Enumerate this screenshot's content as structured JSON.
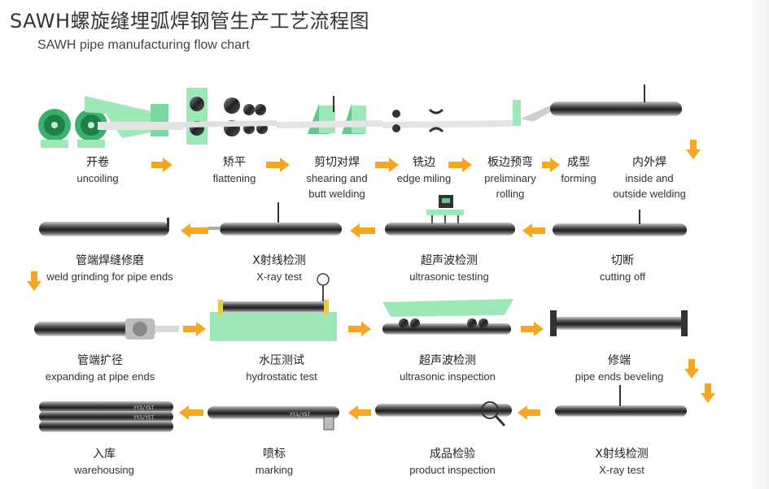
{
  "title": {
    "zh": "SAWH螺旋缝埋弧焊钢管生产工艺流程图",
    "en": "SAWH pipe manufacturing flow chart"
  },
  "steps": [
    {
      "zh": "开卷",
      "en": "uncoiling",
      "en2": ""
    },
    {
      "zh": "矫平",
      "en": "flattening",
      "en2": ""
    },
    {
      "zh": "剪切对焊",
      "en": "shearing and",
      "en2": "butt welding"
    },
    {
      "zh": "铣边",
      "en": "edge miling",
      "en2": ""
    },
    {
      "zh": "板边预弯",
      "en": "preliminary",
      "en2": "rolling"
    },
    {
      "zh": "成型",
      "en": "forming",
      "en2": ""
    },
    {
      "zh": "内外焊",
      "en": "inside and",
      "en2": "outside welding"
    },
    {
      "zh": "管端焊缝修磨",
      "en": "weld grinding for pipe ends",
      "en2": ""
    },
    {
      "zh": "X射线检测",
      "en": "X-ray test",
      "en2": ""
    },
    {
      "zh": "超声波检测",
      "en": "ultrasonic testing",
      "en2": ""
    },
    {
      "zh": "切断",
      "en": "cutting off",
      "en2": ""
    },
    {
      "zh": "管端扩径",
      "en": "expanding at pipe ends",
      "en2": ""
    },
    {
      "zh": "水压测试",
      "en": "hydrostatic test",
      "en2": ""
    },
    {
      "zh": "超声波检测",
      "en": "ultrasonic inspection",
      "en2": ""
    },
    {
      "zh": "修端",
      "en": "pipe ends beveling",
      "en2": ""
    },
    {
      "zh": "入库",
      "en": "warehousing",
      "en2": ""
    },
    {
      "zh": "喷标",
      "en": "marking",
      "en2": ""
    },
    {
      "zh": "成品检验",
      "en": "product inspection",
      "en2": ""
    },
    {
      "zh": "X射线检测",
      "en": "X-ray test",
      "en2": ""
    }
  ],
  "pipe_marks": [
    "YY3/YST",
    "YY3/YST",
    "YY3/YST"
  ],
  "colors": {
    "arrow": "#f5a623",
    "machine": "#9ee8b8",
    "machine_dark": "#5fc88a",
    "pipe_dark": "#2a2a2a",
    "pipe_light": "#d8d8d8"
  }
}
